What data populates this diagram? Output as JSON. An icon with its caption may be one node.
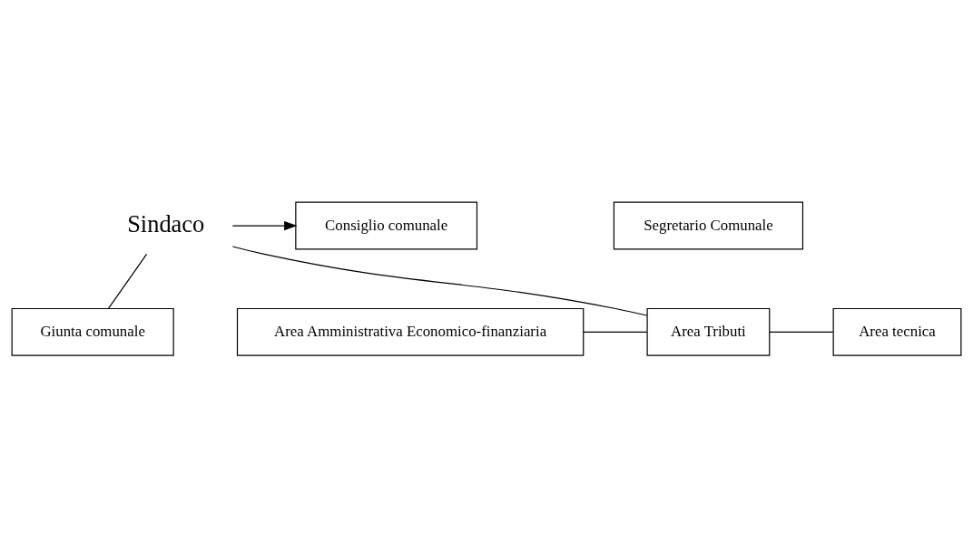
{
  "diagram": {
    "nodes": [
      {
        "text": [
          "Sindaco"
        ]
      },
      {
        "text": [
          "Consiglio comunale"
        ]
      },
      {
        "text": [
          "Giunta comunale"
        ]
      },
      {
        "text": [
          "Segretario Comunale"
        ]
      },
      {
        "text": [
          "Area Amministrativa Economico-finanziaria"
        ]
      },
      {
        "text": [
          "Area Tributi"
        ]
      },
      {
        "text": [
          "Area tecnica"
        ]
      }
    ],
    "edges": [
      {
        "from": 0,
        "to": 1,
        "arrow": "to"
      },
      {
        "from": 0,
        "to": 2,
        "arrow": "none"
      },
      {
        "from": 0,
        "to": 5,
        "arrow": "none"
      },
      {
        "from": 4,
        "to": 5,
        "arrow": "none"
      },
      {
        "from": 5,
        "to": 6,
        "arrow": "none"
      }
    ]
  }
}
